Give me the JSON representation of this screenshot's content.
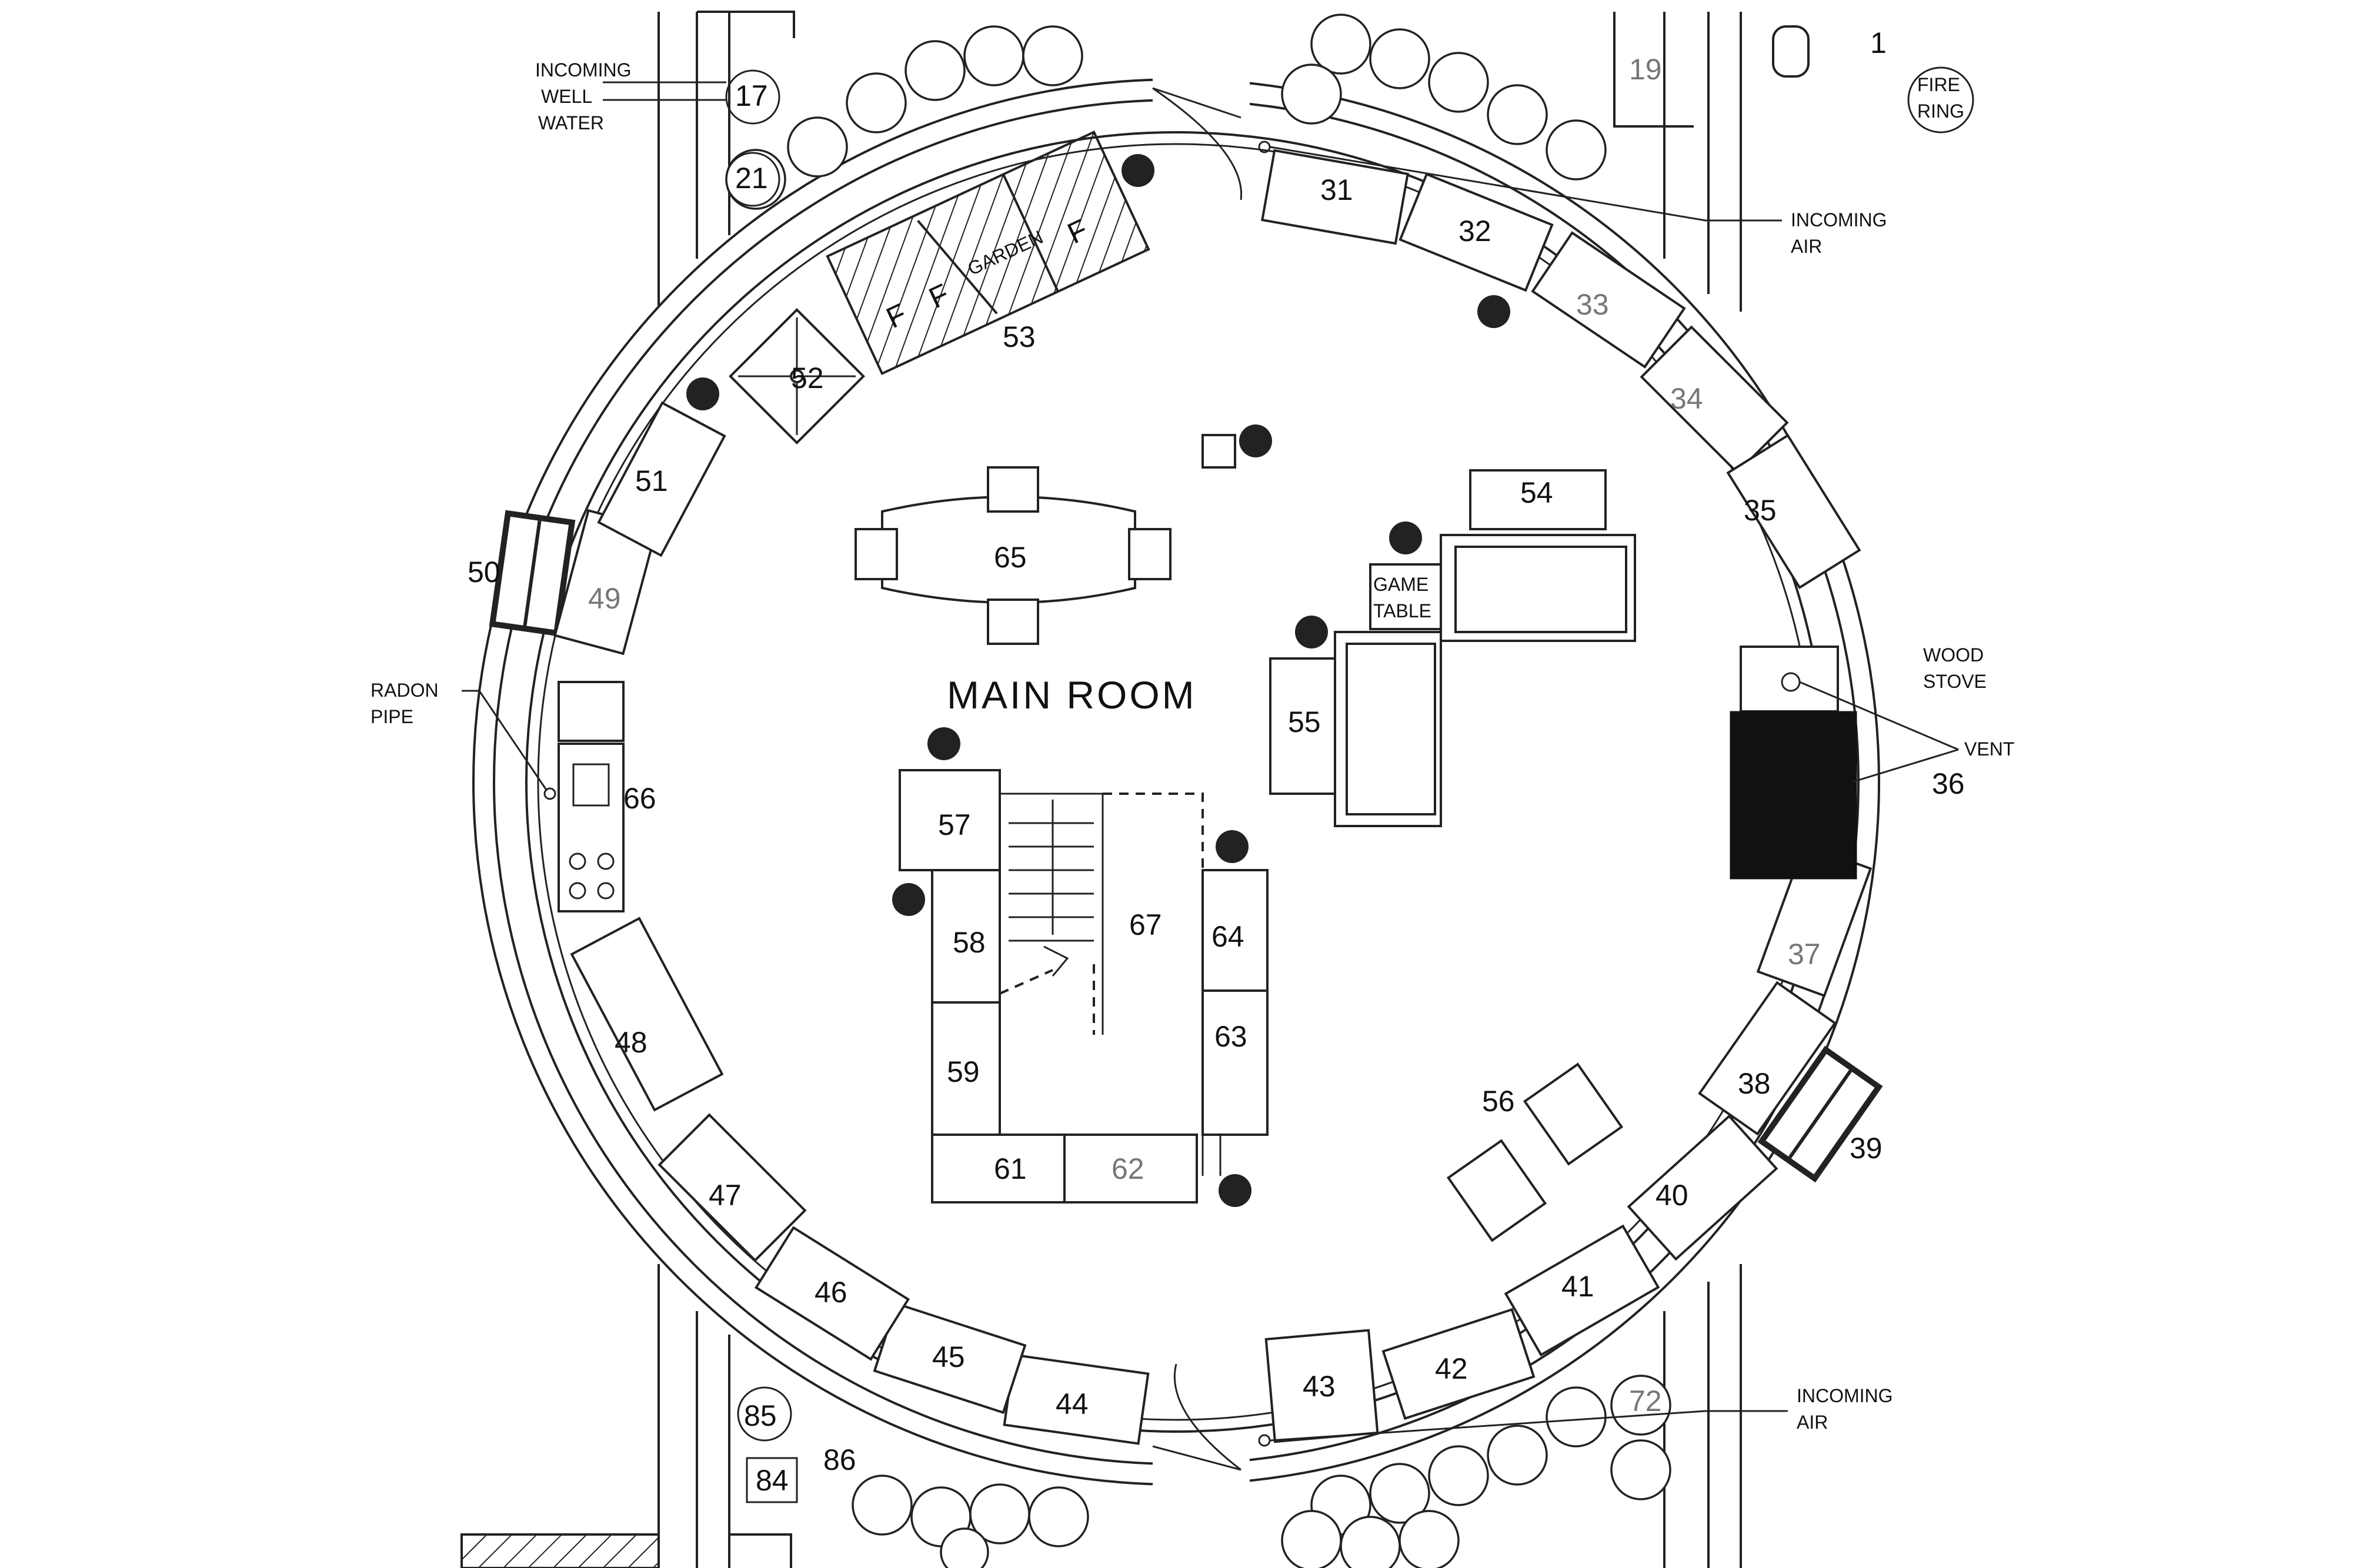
{
  "room_title": "MAIN ROOM",
  "rooms": {
    "r1": "1",
    "r17": "17",
    "r19": "19",
    "r21": "21",
    "r31": "31",
    "r32": "32",
    "r33": "33",
    "r34": "34",
    "r35": "35",
    "r36": "36",
    "r37": "37",
    "r38": "38",
    "r39": "39",
    "r40": "40",
    "r41": "41",
    "r42": "42",
    "r43": "43",
    "r44": "44",
    "r45": "45",
    "r46": "46",
    "r47": "47",
    "r48": "48",
    "r49": "49",
    "r50": "50",
    "r51": "51",
    "r52": "52",
    "r53": "53",
    "r54": "54",
    "r55": "55",
    "r56": "56",
    "r57": "57",
    "r58": "58",
    "r59": "59",
    "r61": "61",
    "r62": "62",
    "r63": "63",
    "r64": "64",
    "r65": "65",
    "r66": "66",
    "r67": "67",
    "r72": "72",
    "r84": "84",
    "r85": "85",
    "r86": "86"
  },
  "notes": {
    "incoming_well_water": [
      "INCOMING",
      "WELL",
      "WATER"
    ],
    "fire_ring": [
      "FIRE",
      "RING"
    ],
    "incoming_air_top": [
      "INCOMING",
      "AIR"
    ],
    "incoming_air_bottom": [
      "INCOMING",
      "AIR"
    ],
    "wood_stove": [
      "WOOD",
      "STOVE"
    ],
    "vent": "VENT",
    "radon_pipe": [
      "RADON",
      "PIPE"
    ],
    "game_table": [
      "GAME",
      "TABLE"
    ],
    "garden": "GARDEN",
    "garden_f": "F"
  },
  "colors": {
    "line": "#222222",
    "stove": "#111111",
    "background": "#ffffff"
  }
}
